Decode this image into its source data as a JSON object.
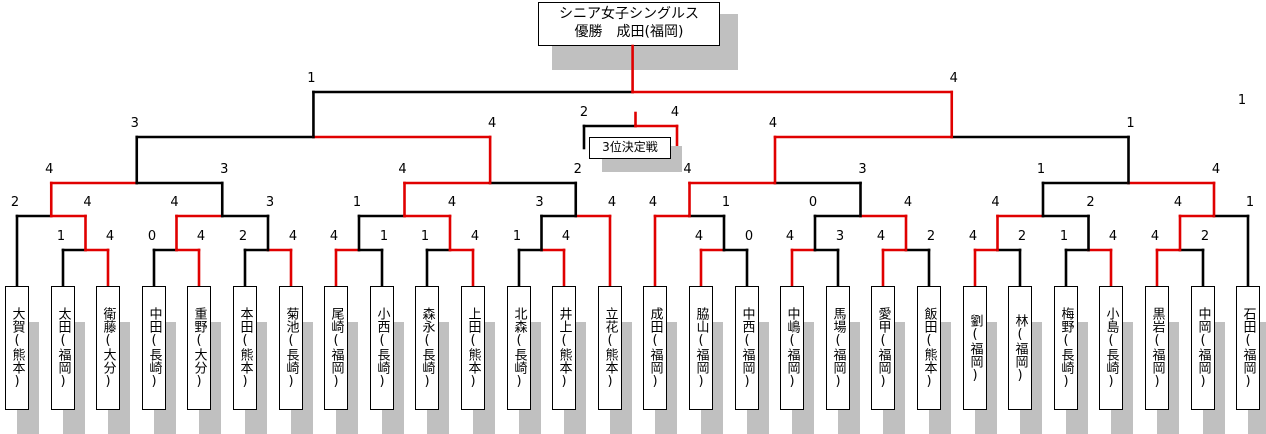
{
  "title": {
    "event": "シニア女子シングルス",
    "winner_line": "優勝　成田(福岡)"
  },
  "third_place": {
    "label": "3位決定戦",
    "scores": [
      "2",
      "4"
    ]
  },
  "stray_score": "1",
  "colors": {
    "winner_line": "#e00000",
    "loser_line": "#000000",
    "shadow": "#c0c0c0"
  },
  "players": [
    {
      "name": "大賀",
      "pref": "熊本"
    },
    {
      "name": "太田",
      "pref": "福岡"
    },
    {
      "name": "衛藤",
      "pref": "大分"
    },
    {
      "name": "中田",
      "pref": "長崎"
    },
    {
      "name": "重野",
      "pref": "大分"
    },
    {
      "name": "本田",
      "pref": "熊本"
    },
    {
      "name": "菊池",
      "pref": "長崎"
    },
    {
      "name": "尾崎",
      "pref": "福岡"
    },
    {
      "name": "小西",
      "pref": "長崎"
    },
    {
      "name": "森永",
      "pref": "長崎"
    },
    {
      "name": "上田",
      "pref": "熊本"
    },
    {
      "name": "北森",
      "pref": "長崎"
    },
    {
      "name": "井上",
      "pref": "熊本"
    },
    {
      "name": "立花",
      "pref": "熊本"
    },
    {
      "name": "成田",
      "pref": "福岡"
    },
    {
      "name": "脇山",
      "pref": "福岡"
    },
    {
      "name": "中西",
      "pref": "福岡"
    },
    {
      "name": "中嶋",
      "pref": "福岡"
    },
    {
      "name": "馬場",
      "pref": "福岡"
    },
    {
      "name": "愛甲",
      "pref": "福岡"
    },
    {
      "name": "飯田",
      "pref": "熊本"
    },
    {
      "name": "劉",
      "pref": "福岡"
    },
    {
      "name": "林",
      "pref": "福岡"
    },
    {
      "name": "梅野",
      "pref": "長崎"
    },
    {
      "name": "小島",
      "pref": "長崎"
    },
    {
      "name": "黒岩",
      "pref": "福岡"
    },
    {
      "name": "中岡",
      "pref": "福岡"
    },
    {
      "name": "石田",
      "pref": "福岡"
    }
  ],
  "matches": [
    {
      "id": "r1a",
      "left": "p1",
      "right": "p2",
      "scores": [
        "1",
        "4"
      ],
      "winner": "right"
    },
    {
      "id": "r1b",
      "left": "p3",
      "right": "p4",
      "scores": [
        "0",
        "4"
      ],
      "winner": "right"
    },
    {
      "id": "r1c",
      "left": "p5",
      "right": "p6",
      "scores": [
        "2",
        "4"
      ],
      "winner": "right"
    },
    {
      "id": "r1d",
      "left": "p7",
      "right": "p8",
      "scores": [
        "4",
        "1"
      ],
      "winner": "left"
    },
    {
      "id": "r1e",
      "left": "p9",
      "right": "p10",
      "scores": [
        "1",
        "4"
      ],
      "winner": "right"
    },
    {
      "id": "r1f",
      "left": "p11",
      "right": "p12",
      "scores": [
        "1",
        "4"
      ],
      "winner": "right"
    },
    {
      "id": "r1g",
      "left": "p15",
      "right": "p16",
      "scores": [
        "4",
        "0"
      ],
      "winner": "left"
    },
    {
      "id": "r1h",
      "left": "p17",
      "right": "p18",
      "scores": [
        "4",
        "3"
      ],
      "winner": "left"
    },
    {
      "id": "r1i",
      "left": "p19",
      "right": "p20",
      "scores": [
        "4",
        "2"
      ],
      "winner": "left"
    },
    {
      "id": "r1j",
      "left": "p21",
      "right": "p22",
      "scores": [
        "4",
        "2"
      ],
      "winner": "left"
    },
    {
      "id": "r1k",
      "left": "p23",
      "right": "p24",
      "scores": [
        "1",
        "4"
      ],
      "winner": "right"
    },
    {
      "id": "r1l",
      "left": "p25",
      "right": "p26",
      "scores": [
        "4",
        "2"
      ],
      "winner": "left"
    },
    {
      "id": "r2a",
      "left": "p0",
      "right": "r1a",
      "scores": [
        "2",
        "4"
      ],
      "winner": "right"
    },
    {
      "id": "r2b",
      "left": "r1b",
      "right": "r1c",
      "scores": [
        "4",
        "3"
      ],
      "winner": "left"
    },
    {
      "id": "r2c",
      "left": "r1d",
      "right": "r1e",
      "scores": [
        "1",
        "4"
      ],
      "winner": "right"
    },
    {
      "id": "r2d",
      "left": "r1f",
      "right": "p13",
      "scores": [
        "3",
        "4"
      ],
      "winner": "right"
    },
    {
      "id": "r2e",
      "left": "p14",
      "right": "r1g",
      "scores": [
        "4",
        "1"
      ],
      "winner": "left"
    },
    {
      "id": "r2f",
      "left": "r1h",
      "right": "r1i",
      "scores": [
        "0",
        "4"
      ],
      "winner": "right"
    },
    {
      "id": "r2g",
      "left": "r1j",
      "right": "r1k",
      "scores": [
        "4",
        "2"
      ],
      "winner": "left"
    },
    {
      "id": "r2h",
      "left": "r1l",
      "right": "p27",
      "scores": [
        "4",
        "1"
      ],
      "winner": "left"
    },
    {
      "id": "r3a",
      "left": "r2a",
      "right": "r2b",
      "scores": [
        "4",
        "3"
      ],
      "winner": "left"
    },
    {
      "id": "r3b",
      "left": "r2c",
      "right": "r2d",
      "scores": [
        "4",
        "2"
      ],
      "winner": "left"
    },
    {
      "id": "r3c",
      "left": "r2e",
      "right": "r2f",
      "scores": [
        "4",
        "3"
      ],
      "winner": "left"
    },
    {
      "id": "r3d",
      "left": "r2g",
      "right": "r2h",
      "scores": [
        "1",
        "4"
      ],
      "winner": "right"
    },
    {
      "id": "sf1",
      "left": "r3a",
      "right": "r3b",
      "scores": [
        "3",
        "4"
      ],
      "winner": "right"
    },
    {
      "id": "sf2",
      "left": "r3c",
      "right": "r3d",
      "scores": [
        "4",
        "1"
      ],
      "winner": "left"
    },
    {
      "id": "final",
      "left": "sf1",
      "right": "sf2",
      "scores": [
        "1",
        "4"
      ],
      "winner": "right"
    }
  ]
}
